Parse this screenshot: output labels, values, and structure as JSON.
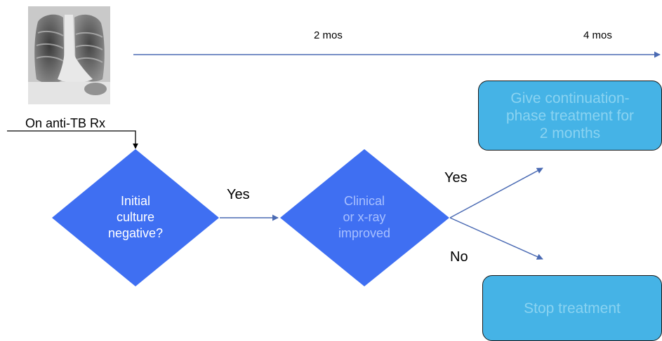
{
  "timeline": {
    "mark_1": "2 mos",
    "mark_2": "4 mos"
  },
  "caption": "On anti-TB Rx",
  "decision_1": {
    "lines": [
      "Initial",
      "culture",
      "negative?"
    ],
    "yes_label": "Yes"
  },
  "decision_2": {
    "lines": [
      "Clinical",
      "or x-ray",
      "improved"
    ],
    "yes_label": "Yes",
    "no_label": "No"
  },
  "outcome_yes": {
    "lines": [
      "Give continuation-",
      "phase treatment for",
      "2 months"
    ]
  },
  "outcome_no": {
    "label": "Stop treatment"
  },
  "colors": {
    "diamond_fill": "#3f6ff2",
    "box_fill": "#45b3e6",
    "box_text": "#8ad3f1",
    "line": "#4a6ab3",
    "diamond_1_text": "#ffffff",
    "diamond_2_text": "#a8c0ff"
  }
}
